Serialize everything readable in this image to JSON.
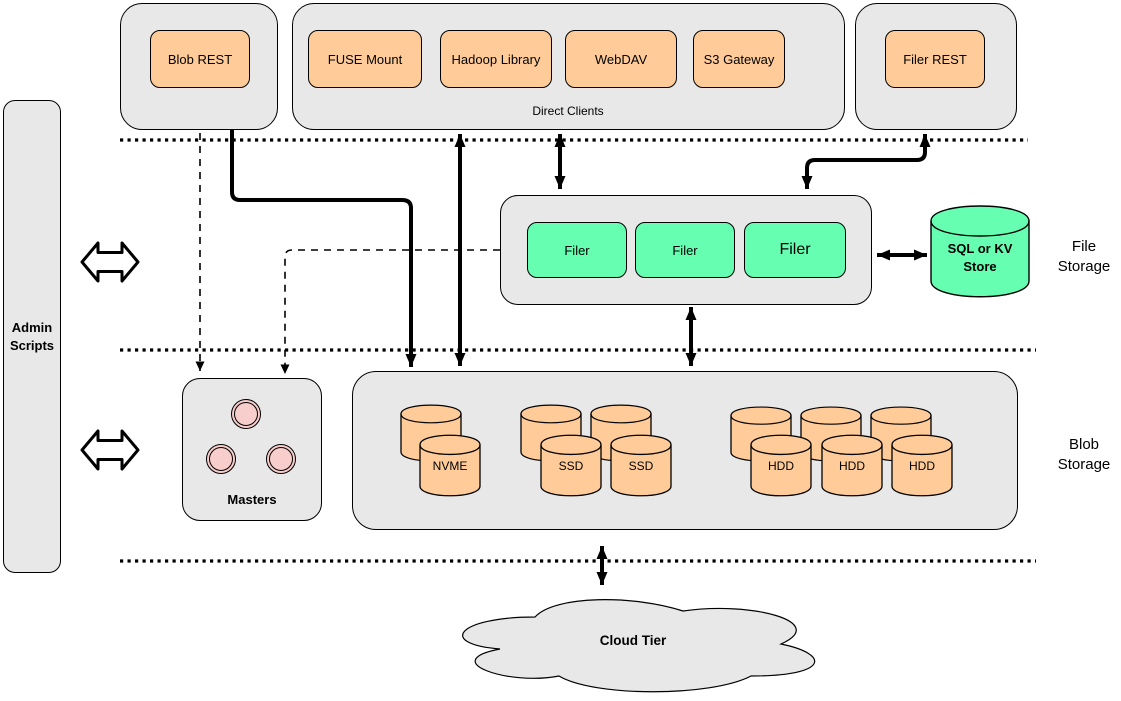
{
  "admin": {
    "label": "Admin Scripts"
  },
  "top_row": {
    "blob_rest": "Blob REST",
    "direct_clients": {
      "label": "Direct Clients",
      "items": [
        "FUSE Mount",
        "Hadoop Library",
        "WebDAV",
        "S3 Gateway"
      ]
    },
    "filer_rest": "Filer REST"
  },
  "file_storage": {
    "section_label": "File Storage",
    "filers": [
      "Filer",
      "Filer",
      "Filer"
    ],
    "store_label": "SQL or KV Store"
  },
  "blob_storage": {
    "section_label": "Blob Storage",
    "masters_label": "Masters",
    "volumes": [
      "NVME",
      "SSD",
      "SSD",
      "HDD",
      "HDD",
      "HDD"
    ]
  },
  "cloud": {
    "label": "Cloud Tier"
  },
  "colors": {
    "container_fill": "#E8E8E8",
    "client_fill": "#FFCC99",
    "filer_fill": "#66FFB2",
    "master_node_fill": "#F8CECC",
    "stroke": "#000000"
  }
}
